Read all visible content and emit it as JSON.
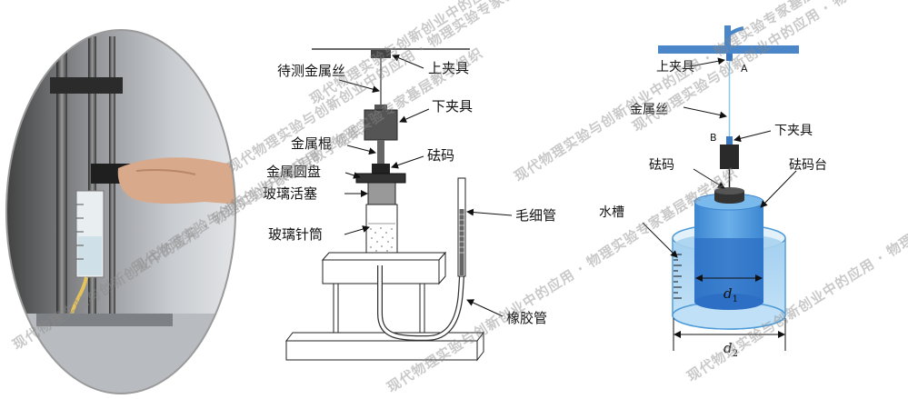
{
  "watermark": "现代物理实验与创新创业中的应用 · 物理实验专家基层教学组织",
  "diagram_a": {
    "labels": {
      "wire": "待测金属丝",
      "upper_clamp": "上夹具",
      "lower_clamp": "下夹具",
      "metal_rod": "金属棍",
      "weight": "砝码",
      "metal_disk": "金属圆盘",
      "glass_piston": "玻璃活塞",
      "glass_syringe": "玻璃针筒",
      "capillary": "毛细管",
      "rubber_tube": "橡胶管"
    }
  },
  "diagram_b": {
    "labels": {
      "upper_clamp": "上夹具",
      "point_a": "A",
      "wire": "金属丝",
      "point_b": "B",
      "lower_clamp": "下夹具",
      "weight": "砝码",
      "weight_platform": "砝码台",
      "water_tank": "水槽",
      "d1": "d",
      "d1_sub": "1",
      "d2": "d",
      "d2_sub": "2"
    }
  },
  "colors": {
    "blue_bar": "#4a86c8",
    "water_light": "#a9d3ef",
    "water_dark": "#2c6fc4",
    "cylinder": "#5aa2e0",
    "dark_gray": "#555555"
  }
}
